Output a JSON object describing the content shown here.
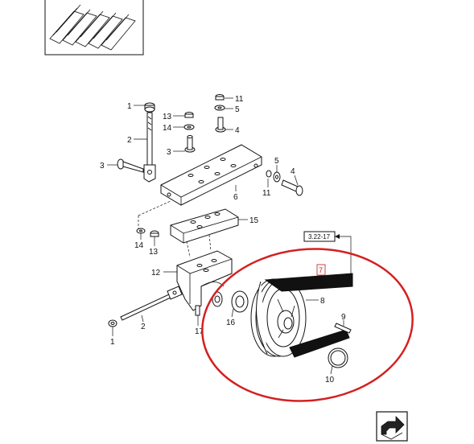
{
  "diagram": {
    "callouts": {
      "c1a": "1",
      "c2a": "2",
      "c3a": "3",
      "c13a": "13",
      "c14a": "14",
      "c3b": "3",
      "c11a": "11",
      "c5a": "5",
      "c4a": "4",
      "c6": "6",
      "c5b": "5",
      "c4b": "4",
      "c11b": "11",
      "c15": "15",
      "c14b": "14",
      "c13b": "13",
      "c12": "12",
      "c2b": "2",
      "c1b": "1",
      "c17": "17",
      "c16": "16",
      "c8": "8",
      "c9": "9",
      "c10": "10",
      "c7": "7"
    },
    "reference_box": "3.22-17"
  },
  "colors": {
    "highlight_ellipse": "#d42020",
    "ink": "#111111",
    "navigation_icon_fill": "#222222"
  },
  "icons": {
    "thumbnail": "belt-assembly-thumbnail-icon",
    "navigation": "return-arrow-icon"
  }
}
